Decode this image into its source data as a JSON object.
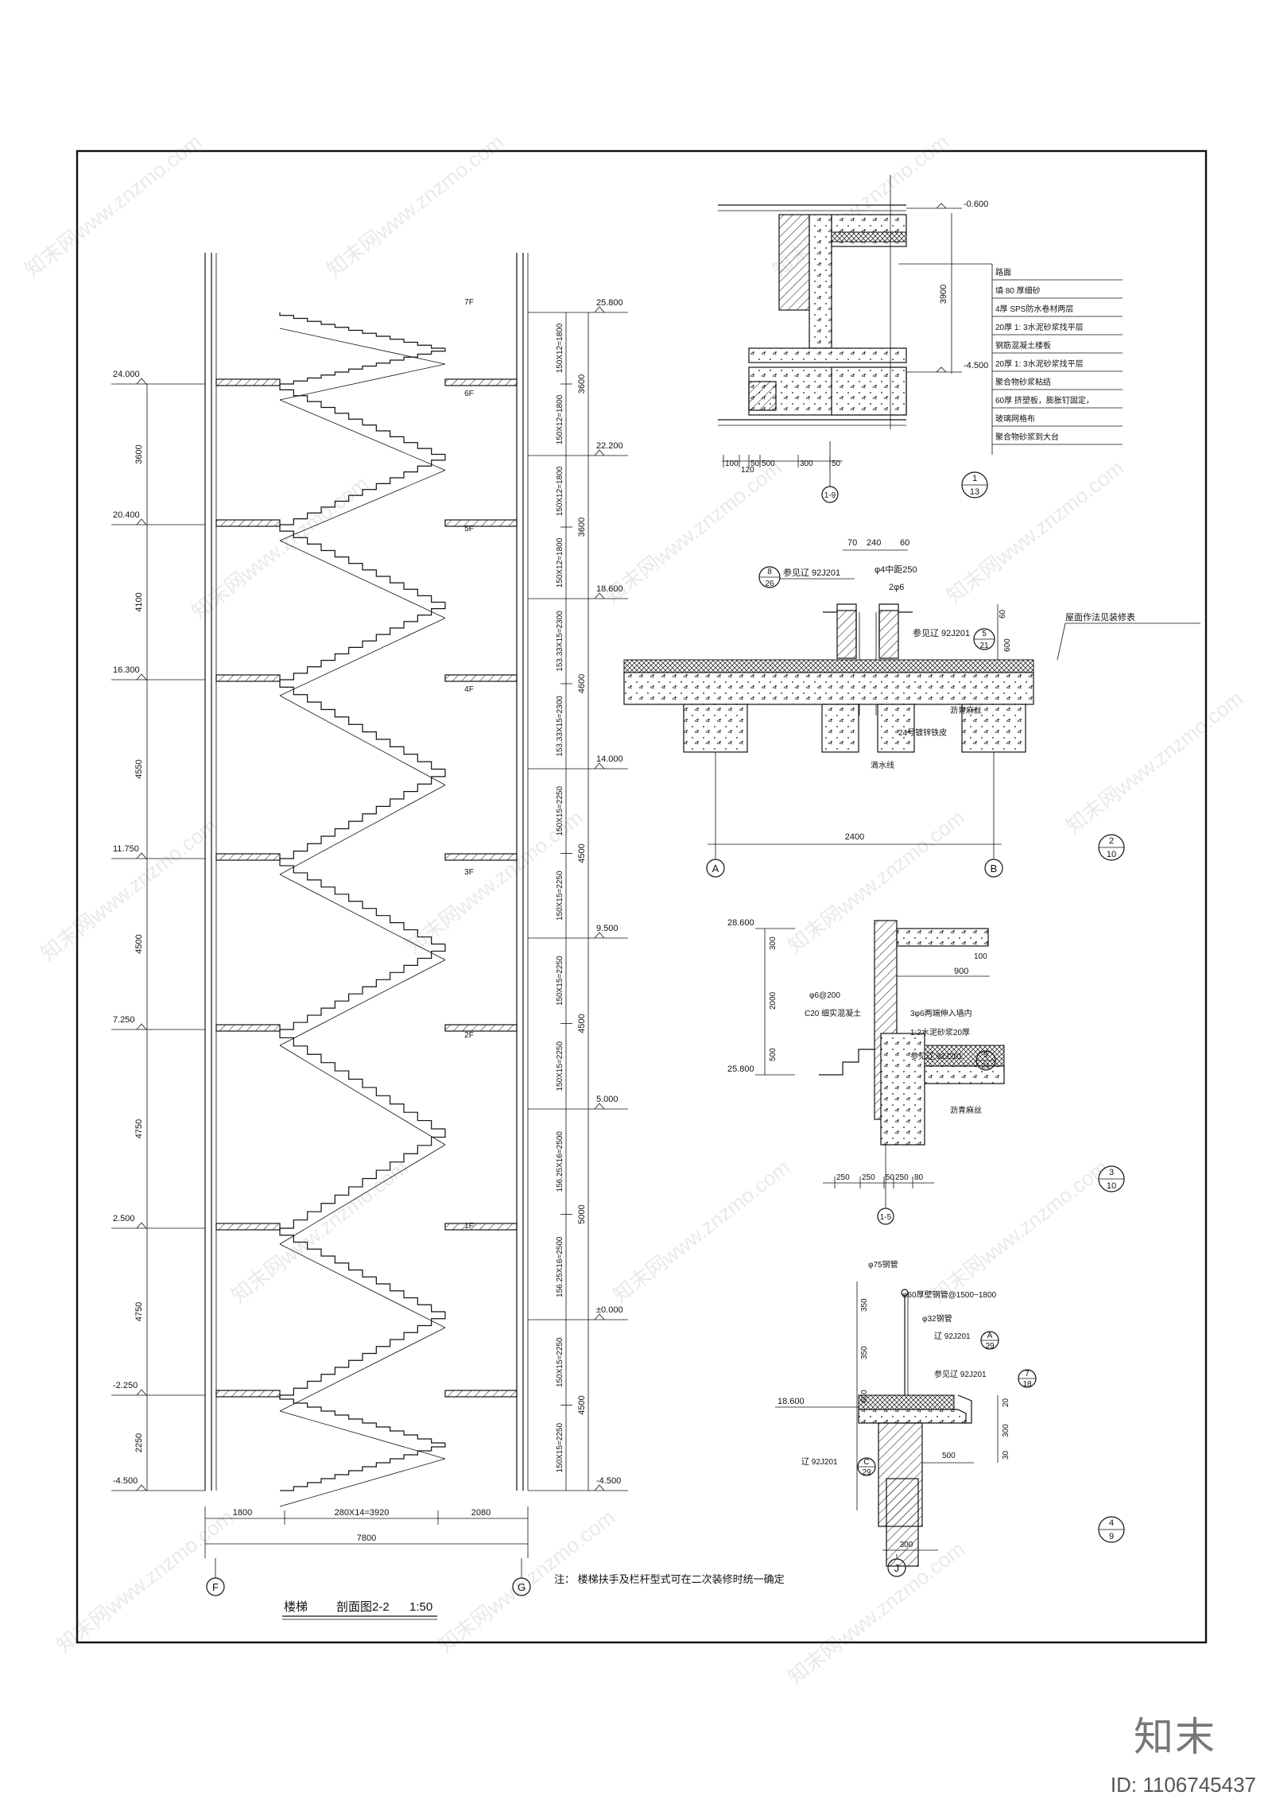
{
  "section": {
    "title": "楼梯",
    "subtitle": "剖面图2-2",
    "scale": "1:50",
    "floors": [
      "7F",
      "6F",
      "5F",
      "4F",
      "3F",
      "2F",
      "1F"
    ],
    "left_elevations": [
      "24.000",
      "20.400",
      "16.300",
      "11.750",
      "7.250",
      "2.500",
      "-2.250",
      "-4.500"
    ],
    "left_dims": [
      "3600",
      "4100",
      "4550",
      "4500",
      "4750",
      "4750",
      "2250"
    ],
    "right_elevations": [
      "25.800",
      "22.200",
      "18.600",
      "14.000",
      "9.500",
      "5.000",
      "±0.000",
      "-4.500"
    ],
    "right_dims": [
      "3600",
      "3600",
      "4600",
      "4500",
      "4500",
      "5000",
      "4500"
    ],
    "right_sub_dims": [
      "150X12=1800",
      "150X12=1800",
      "150X12=1800",
      "150X12=1800",
      "153.33X15=2300",
      "153.33X15=2300",
      "150X15=2250",
      "150X15=2250",
      "150X15=2250",
      "150X15=2250",
      "156.25X16=2500",
      "156.25X16=2500",
      "150X15=2250",
      "150X15=2250"
    ],
    "bottom_dims": [
      "1800",
      "280X14=3920",
      "2080"
    ],
    "total_dim": "7800",
    "axes": [
      "F",
      "G"
    ]
  },
  "note": "注：  楼梯扶手及栏杆型式可在二次装修时统一确定",
  "detail1": {
    "elevations": [
      "-0.600",
      "-4.500"
    ],
    "vert_dim": "3900",
    "bottom_dims": [
      "100",
      "120",
      "50",
      "500",
      "300",
      "50"
    ],
    "axis": "1-9",
    "marker": {
      "top": "1",
      "bottom": "13"
    },
    "layers": [
      "路面",
      "填 80 厚细砂",
      "4厚 SPS防水卷材两层",
      "20厚 1: 3水泥砂浆找平层",
      "钢筋混凝土楼板",
      "20厚 1: 3水泥砂浆找平层",
      "聚合物砂浆粘结",
      "60厚 挤塑板，膨胀钉固定，",
      "玻璃网格布",
      "聚合物砂浆到大台"
    ]
  },
  "detail2": {
    "top_dims": [
      "70",
      "240",
      "60"
    ],
    "ref1": "参见辽 92J201",
    "ref1_mark": {
      "top": "8",
      "bottom": "26"
    },
    "rebar": "φ4中距250",
    "rebar2": "2φ6",
    "ref2": "参见辽 92J201",
    "ref2_mark": {
      "top": "5",
      "bottom": "21"
    },
    "roof_note": "屋面作法见装修表",
    "dims_v": [
      "60",
      "600"
    ],
    "labels": [
      "沥青麻丝",
      "24号镀锌铁皮",
      "滴水线"
    ],
    "span": "2400",
    "axes": [
      "A",
      "B"
    ],
    "marker": {
      "top": "2",
      "bottom": "10"
    }
  },
  "detail3": {
    "elevations": [
      "28.600",
      "25.800"
    ],
    "dims_v": [
      "300",
      "2000",
      "500"
    ],
    "dims_h": [
      "100",
      "900"
    ],
    "labels": [
      "φ6@200",
      "C20 细实混凝土",
      "3φ6两端伸入墙内",
      "1:2水泥砂浆20厚",
      "参见辽 92J201",
      "沥青麻丝"
    ],
    "ref_mark": {
      "top": "5",
      "bottom": "21"
    },
    "bottom_dims": [
      "250",
      "250",
      "50",
      "250",
      "80"
    ],
    "axis": "1-5",
    "marker": {
      "top": "3",
      "bottom": "10"
    }
  },
  "detail4": {
    "labels": [
      "φ75钢管",
      "φ60厚壁钢管@1500~1800",
      "φ32钢管",
      "辽 92J201",
      "参见辽 92J201",
      "辽 92J201"
    ],
    "marks": [
      {
        "top": "A",
        "bottom": "29"
      },
      {
        "top": "7",
        "bottom": "18"
      },
      {
        "top": "C",
        "bottom": "29"
      }
    ],
    "elevation": "18.600",
    "dims_v": [
      "350",
      "350",
      "600",
      "20",
      "300",
      "30"
    ],
    "dims_h": [
      "500",
      "300"
    ],
    "axis": "J",
    "marker": {
      "top": "4",
      "bottom": "9"
    }
  },
  "watermark": "知末网www.znzmo.com",
  "brand": "知末",
  "image_id": "ID: 1106745437"
}
